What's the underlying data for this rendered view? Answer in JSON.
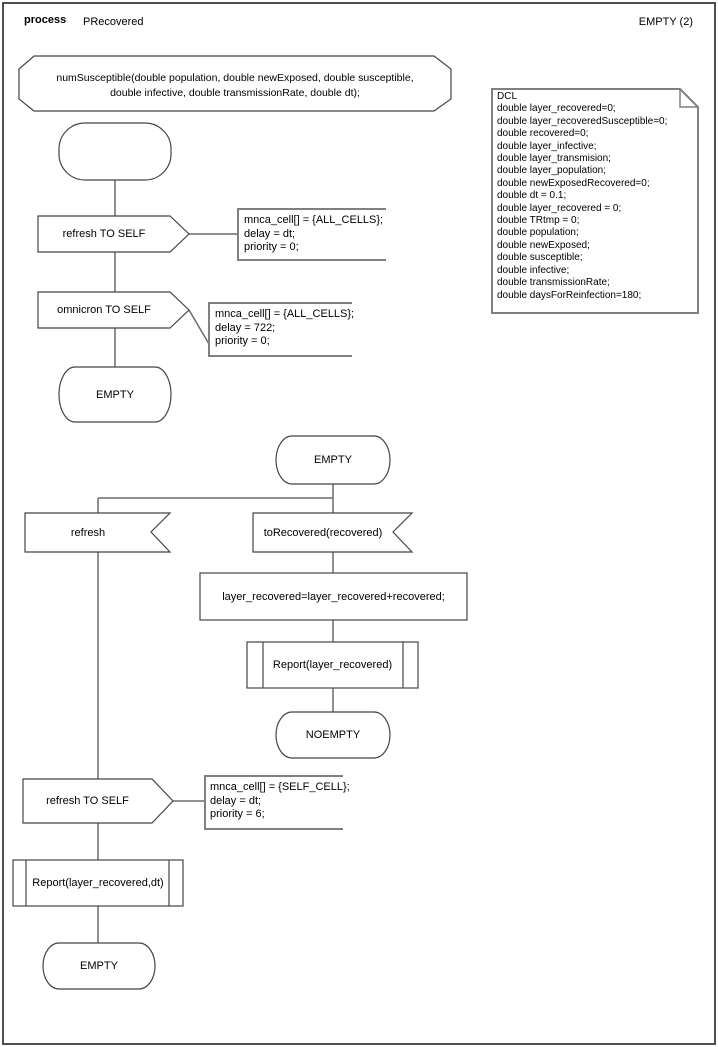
{
  "header": {
    "kind": "process",
    "name": "PRecovered",
    "page": "EMPTY (2)"
  },
  "signature": "numSusceptible(double population, double newExposed, double susceptible,\ndouble infective, double transmissionRate, double dt);",
  "dcl": "DCL\ndouble layer_recovered=0;\ndouble layer_recoveredSusceptible=0;\ndouble recovered=0;\ndouble layer_infective;\ndouble layer_transmision;\ndouble layer_population;\ndouble newExposedRecovered=0;\ndouble dt = 0.1;\ndouble layer_recovered = 0;\ndouble TRtmp = 0;\ndouble population;\ndouble newExposed;\ndouble susceptible;\ndouble infective;\ndouble transmissionRate;\ndouble daysForReinfection=180;",
  "flow1": {
    "output_refresh": "refresh TO SELF",
    "output_refresh_comment": "mnca_cell[] = {ALL_CELLS};\ndelay = dt;\npriority = 0;",
    "output_omnicron": "omnicron TO SELF",
    "output_omnicron_comment": "mnca_cell[] = {ALL_CELLS};\ndelay = 722;\npriority = 0;",
    "state_empty": "EMPTY"
  },
  "flow2": {
    "state_empty": "EMPTY",
    "input_refresh": "refresh",
    "input_torecovered": "toRecovered(recovered)",
    "task": "layer_recovered=layer_recovered+recovered;",
    "call_report": "Report(layer_recovered)",
    "state_noempty": "NOEMPTY",
    "output_refresh": "refresh TO SELF",
    "output_refresh_comment": "mnca_cell[] = {SELF_CELL};\ndelay = dt;\npriority = 6;",
    "call_report_dt": "Report(layer_recovered,dt)",
    "state_empty_end": "EMPTY"
  },
  "colors": {
    "shape_stroke": "#454545",
    "connector": "#6b6b6b",
    "comment_border": "#808080",
    "frame": "#4f4f4f",
    "background": "#ffffff"
  }
}
